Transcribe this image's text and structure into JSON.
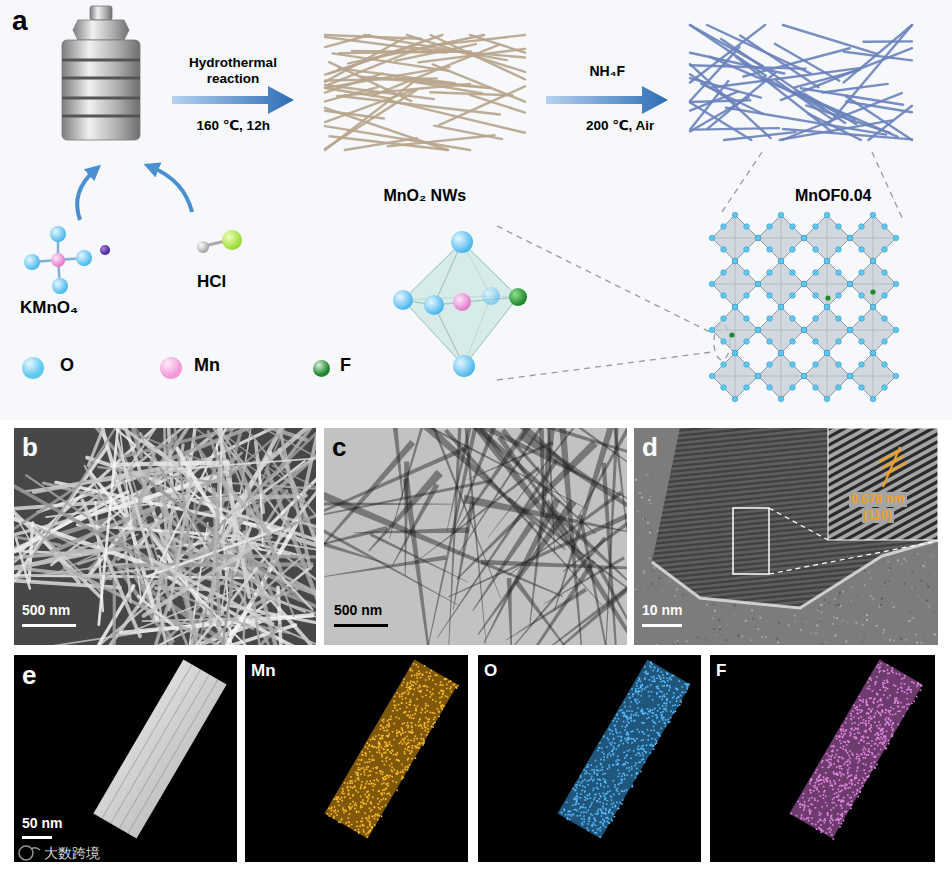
{
  "diagram": {
    "nodes": [
      {
        "text": [
          "a"
        ]
      },
      {
        "text": [
          "MnO₂ NWs"
        ],
        "in": 0
      },
      {
        "text": [
          "MnOF0.04"
        ],
        "in": 0
      },
      {
        "text": [
          "KMnO₄"
        ],
        "in": 0
      },
      {
        "text": [
          "HCl"
        ],
        "in": 0
      },
      {
        "text": [
          "b",
          "500 nm"
        ]
      },
      {
        "text": [
          "c",
          "500 nm"
        ]
      },
      {
        "text": [
          "d",
          "10 nm"
        ]
      },
      {
        "text": [
          "0.678 nm",
          "(110)"
        ],
        "in": 7
      },
      {
        "text": [
          "e",
          "50 nm"
        ]
      },
      {
        "text": [
          "Mn"
        ]
      },
      {
        "text": [
          "O"
        ]
      },
      {
        "text": [
          "F"
        ]
      }
    ],
    "edges": [
      {
        "from": 1,
        "to": 2,
        "arrow": "to",
        "label": "NH₄F"
      }
    ],
    "labels": [
      "Hydrothermal reaction",
      "160 ℃, 12h",
      "200 ℃, Air",
      "大数跨境"
    ],
    "legend": [
      {
        "text": "O",
        "color": "#5ec8f0"
      },
      {
        "text": "Mn",
        "color": "#f29ad8"
      },
      {
        "text": "F",
        "color": "#1e8a2c"
      }
    ]
  }
}
